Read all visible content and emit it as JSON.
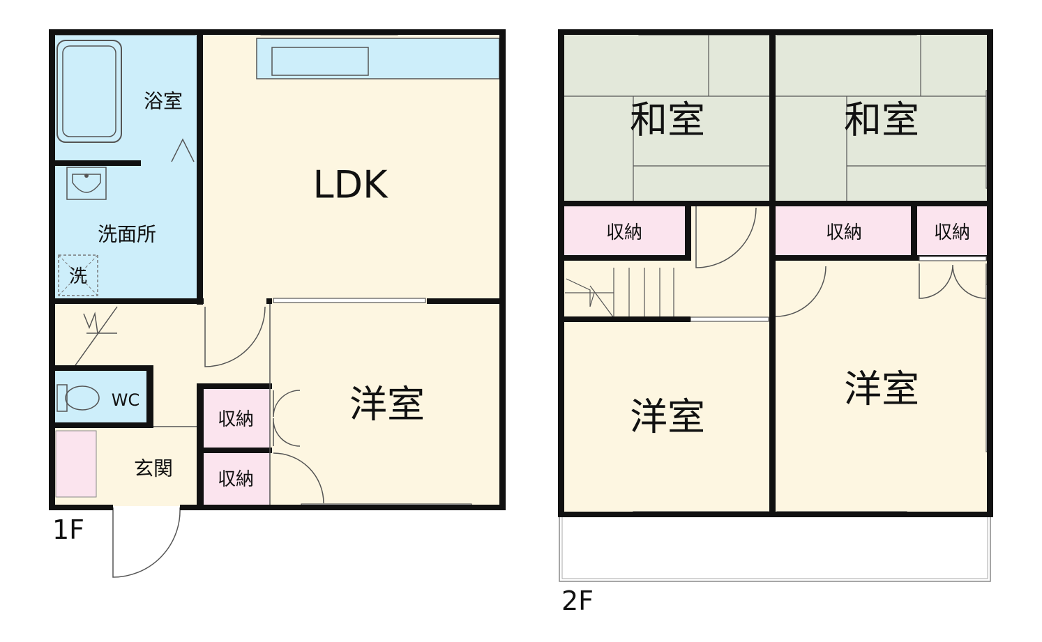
{
  "floor1": {
    "floor_label": "1F",
    "rooms": {
      "bath": "浴室",
      "washroom": "洗面所",
      "washer": "洗",
      "ldk": "LDK",
      "toilet": "WC",
      "storage_upper": "収納",
      "storage_lower": "収納",
      "entrance": "玄関",
      "western": "洋室"
    }
  },
  "floor2": {
    "floor_label": "2F",
    "rooms": {
      "japanese_left": "和室",
      "japanese_right": "和室",
      "storage_left": "収納",
      "storage_mid": "収納",
      "storage_right": "収納",
      "western_left": "洋室",
      "western_right": "洋室"
    }
  },
  "colors": {
    "wet_area": "#cdeefa",
    "living": "#fdf6e1",
    "storage": "#fbe4ee",
    "tatami": "#e3e8da",
    "wall": "#111111"
  }
}
